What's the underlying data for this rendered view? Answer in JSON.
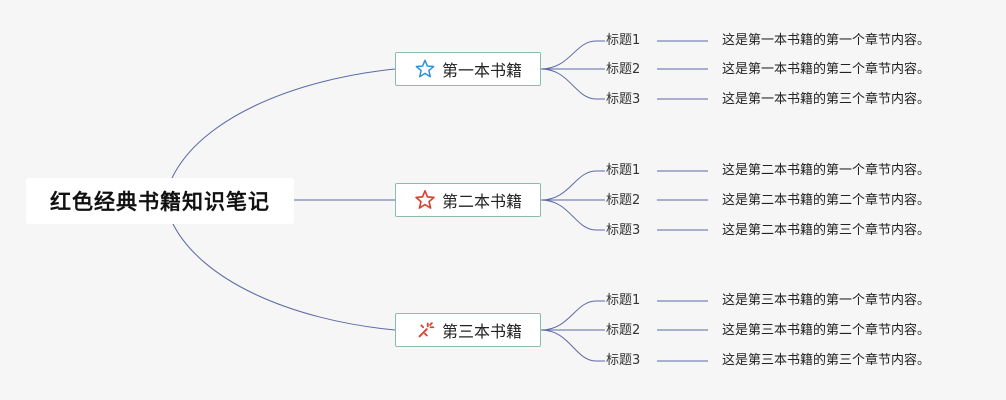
{
  "root": {
    "title": "红色经典书籍知识笔记"
  },
  "books": [
    {
      "title": "第一本书籍",
      "icon": "star-outline-blue-icon",
      "items": [
        {
          "label": "标题1",
          "content": "这是第一本书籍的第一个章节内容。"
        },
        {
          "label": "标题2",
          "content": "这是第一本书籍的第二个章节内容。"
        },
        {
          "label": "标题3",
          "content": "这是第一本书籍的第三个章节内容。"
        }
      ]
    },
    {
      "title": "第二本书籍",
      "icon": "star-outline-red-icon",
      "items": [
        {
          "label": "标题1",
          "content": "这是第二本书籍的第一个章节内容。"
        },
        {
          "label": "标题2",
          "content": "这是第二本书籍的第二个章节内容。"
        },
        {
          "label": "标题3",
          "content": "这是第二本书籍的第三个章节内容。"
        }
      ]
    },
    {
      "title": "第三本书籍",
      "icon": "fireworks-red-icon",
      "items": [
        {
          "label": "标题1",
          "content": "这是第三本书籍的第一个章节内容。"
        },
        {
          "label": "标题2",
          "content": "这是第三本书籍的第二个章节内容。"
        },
        {
          "label": "标题3",
          "content": "这是第三本书籍的第三个章节内容。"
        }
      ]
    }
  ],
  "colors": {
    "connector": "#5a6aa6",
    "book_border": "#8bbcae",
    "icon_blue": "#2f8fd6",
    "icon_red": "#d9432f"
  }
}
